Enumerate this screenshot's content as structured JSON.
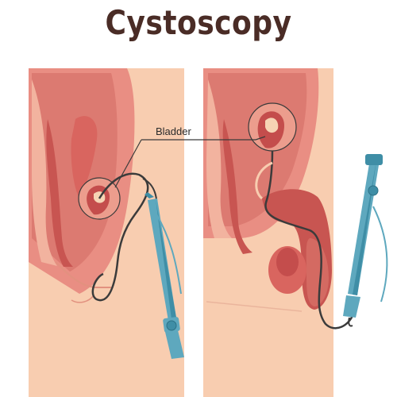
{
  "title": "Cystoscopy",
  "labels": {
    "bladder": "Bladder"
  },
  "panels": [
    {
      "name": "female-anatomy"
    },
    {
      "name": "male-anatomy"
    }
  ],
  "colors": {
    "skin": "#f8cdb0",
    "tissue": "#e79486",
    "tissue_dark": "#d9726a",
    "organ": "#c8504f",
    "scope_blue": "#5ea8be",
    "scope_dark": "#3f8ea6",
    "tube": "#3b3b3b",
    "title": "#4a2c26"
  }
}
